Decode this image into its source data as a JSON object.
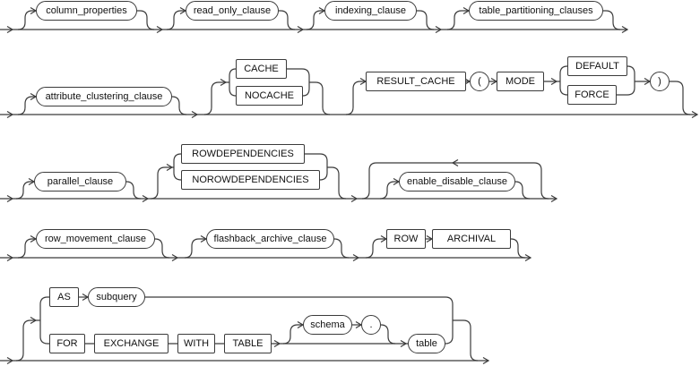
{
  "diagram_type": "railroad-syntax-diagram",
  "colors": {
    "background": "#ffffff",
    "line": "#3b3b3b",
    "box_border": "#3b3b3b",
    "box_fill": "#ffffff",
    "text": "#111111"
  },
  "nodes": {
    "column_properties": {
      "label": "column_properties",
      "type": "nonterminal"
    },
    "read_only_clause": {
      "label": "read_only_clause",
      "type": "nonterminal"
    },
    "indexing_clause": {
      "label": "indexing_clause",
      "type": "nonterminal"
    },
    "table_partitioning_clauses": {
      "label": "table_partitioning_clauses",
      "type": "nonterminal"
    },
    "attribute_clustering_clause": {
      "label": "attribute_clustering_clause",
      "type": "nonterminal"
    },
    "cache": {
      "label": "CACHE",
      "type": "keyword"
    },
    "nocache": {
      "label": "NOCACHE",
      "type": "keyword"
    },
    "result_cache": {
      "label": "RESULT_CACHE",
      "type": "keyword"
    },
    "open_paren": {
      "label": "(",
      "type": "punctuation"
    },
    "mode": {
      "label": "MODE",
      "type": "keyword"
    },
    "default": {
      "label": "DEFAULT",
      "type": "keyword"
    },
    "force": {
      "label": "FORCE",
      "type": "keyword"
    },
    "close_paren": {
      "label": ")",
      "type": "punctuation"
    },
    "parallel_clause": {
      "label": "parallel_clause",
      "type": "nonterminal"
    },
    "rowdependencies": {
      "label": "ROWDEPENDENCIES",
      "type": "keyword"
    },
    "norowdependencies": {
      "label": "NOROWDEPENDENCIES",
      "type": "keyword"
    },
    "enable_disable_clause": {
      "label": "enable_disable_clause",
      "type": "nonterminal"
    },
    "row_movement_clause": {
      "label": "row_movement_clause",
      "type": "nonterminal"
    },
    "flashback_archive_clause": {
      "label": "flashback_archive_clause",
      "type": "nonterminal"
    },
    "row": {
      "label": "ROW",
      "type": "keyword"
    },
    "archival": {
      "label": "ARCHIVAL",
      "type": "keyword"
    },
    "as": {
      "label": "AS",
      "type": "keyword"
    },
    "subquery": {
      "label": "subquery",
      "type": "nonterminal"
    },
    "for": {
      "label": "FOR",
      "type": "keyword"
    },
    "exchange": {
      "label": "EXCHANGE",
      "type": "keyword"
    },
    "with": {
      "label": "WITH",
      "type": "keyword"
    },
    "table_kw": {
      "label": "TABLE",
      "type": "keyword"
    },
    "schema": {
      "label": "schema",
      "type": "nonterminal"
    },
    "dot": {
      "label": ".",
      "type": "punctuation"
    },
    "table_nt": {
      "label": "table",
      "type": "nonterminal"
    }
  }
}
